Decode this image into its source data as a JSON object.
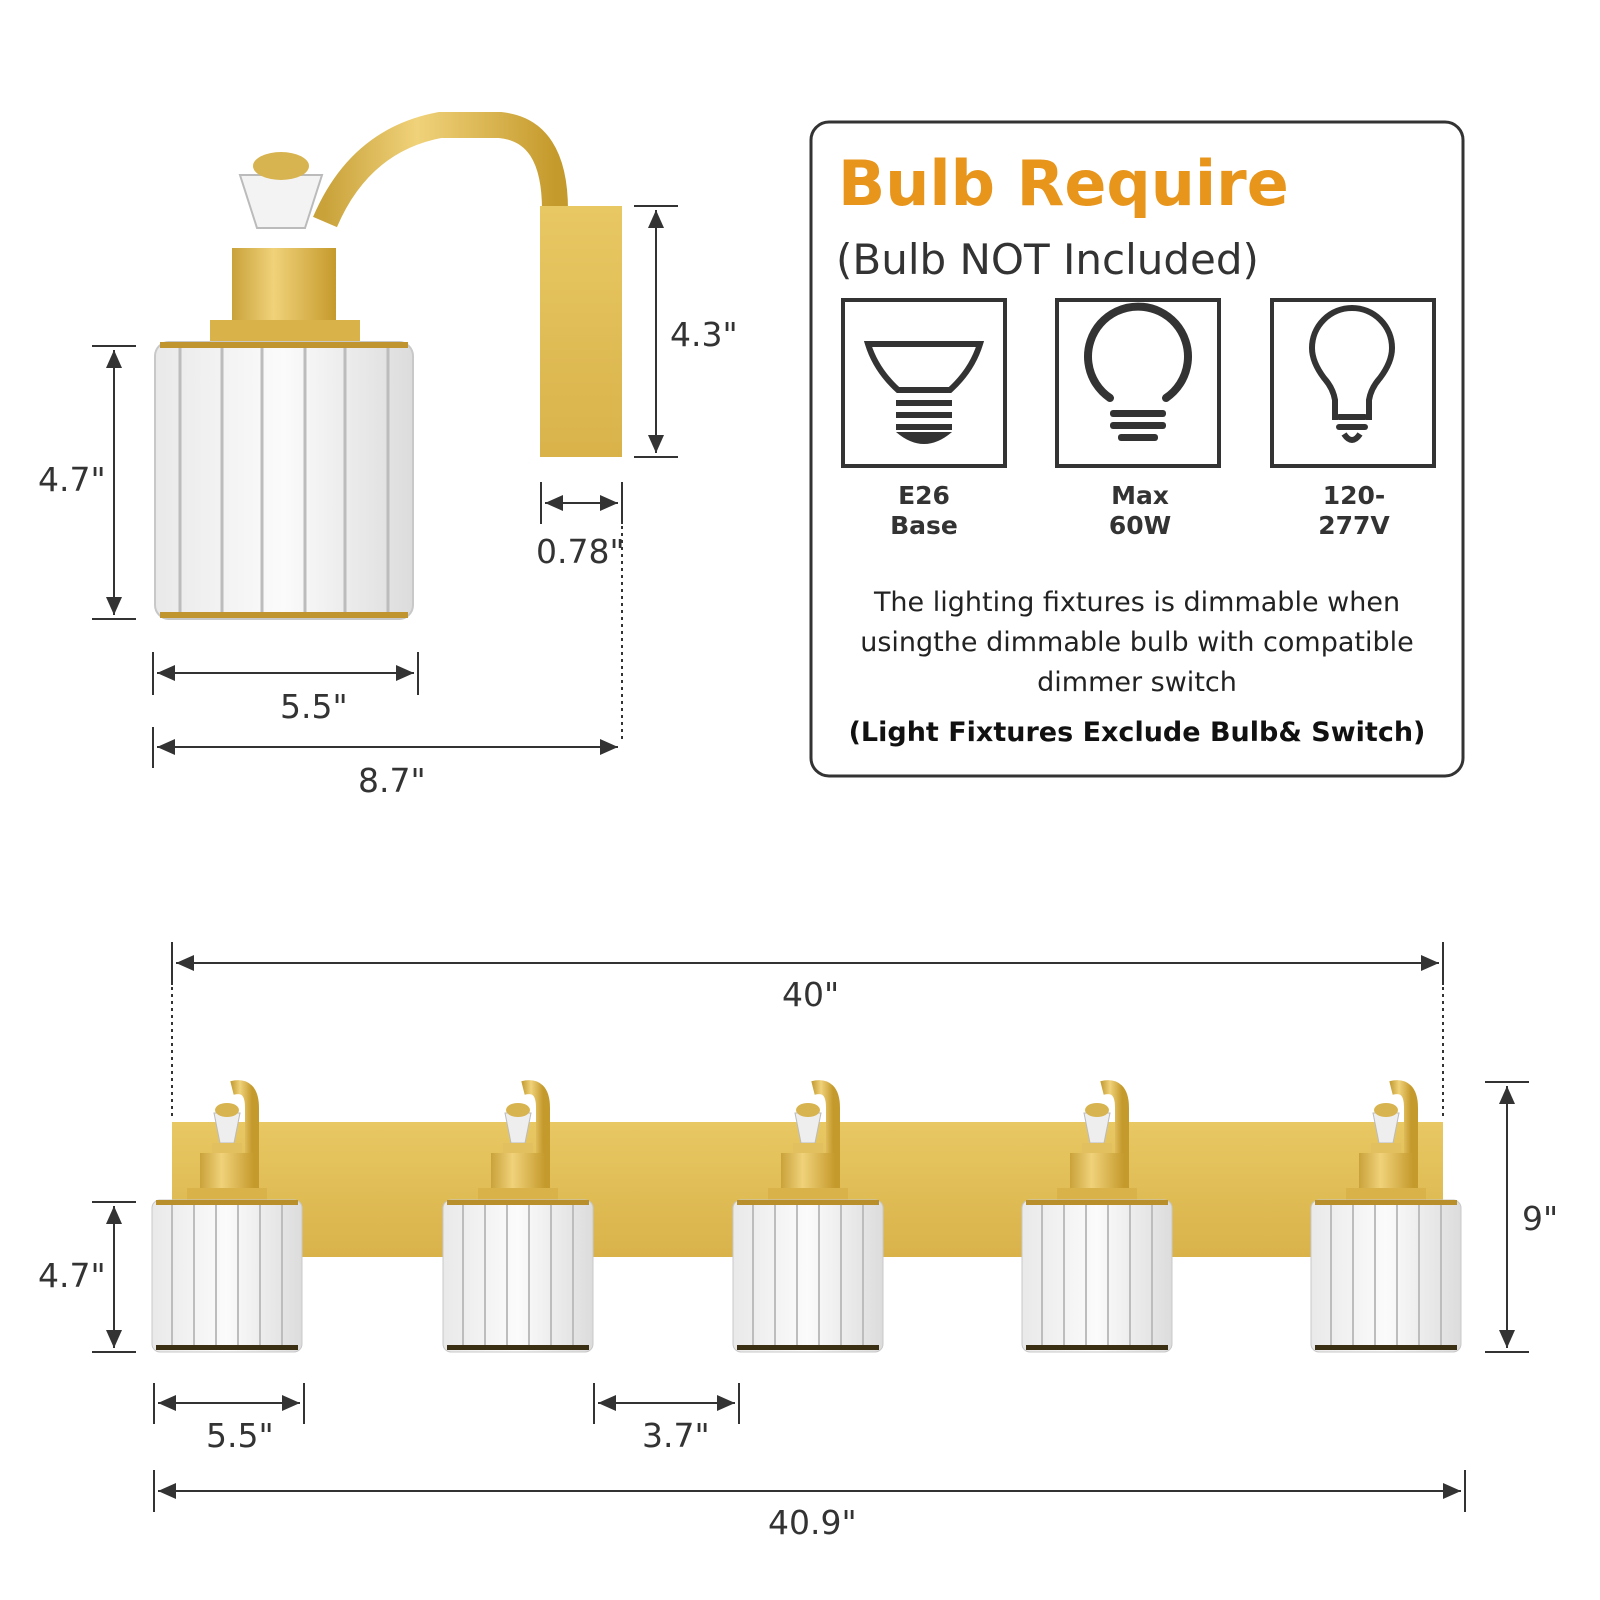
{
  "single_fixture": {
    "shade_height": "4.7\"",
    "backplate_height": "4.3\"",
    "backplate_depth": "0.78\"",
    "shade_width": "5.5\"",
    "total_extension": "8.7\""
  },
  "bulb_panel": {
    "title": "Bulb Require",
    "subtitle": "(Bulb NOT Included)",
    "specs": [
      {
        "icon": "flood-bulb-icon",
        "line1": "E26",
        "line2": "Base"
      },
      {
        "icon": "globe-bulb-icon",
        "line1": "Max",
        "line2": "60W"
      },
      {
        "icon": "a19-bulb-icon",
        "line1": "120-",
        "line2": "277V"
      }
    ],
    "description": [
      "The lighting fixtures is dimmable when",
      "usingthe dimmable bulb with compatible",
      "dimmer switch"
    ],
    "note": "(Light Fixtures Exclude Bulb& Switch)",
    "accent_color": "#E8951C"
  },
  "full_fixture": {
    "backplate_length": "40\"",
    "total_height": "9\"",
    "shade_height": "4.7\"",
    "shade_width": "5.5\"",
    "shade_gap": "3.7\"",
    "total_length": "40.9\"",
    "light_count": 5
  }
}
